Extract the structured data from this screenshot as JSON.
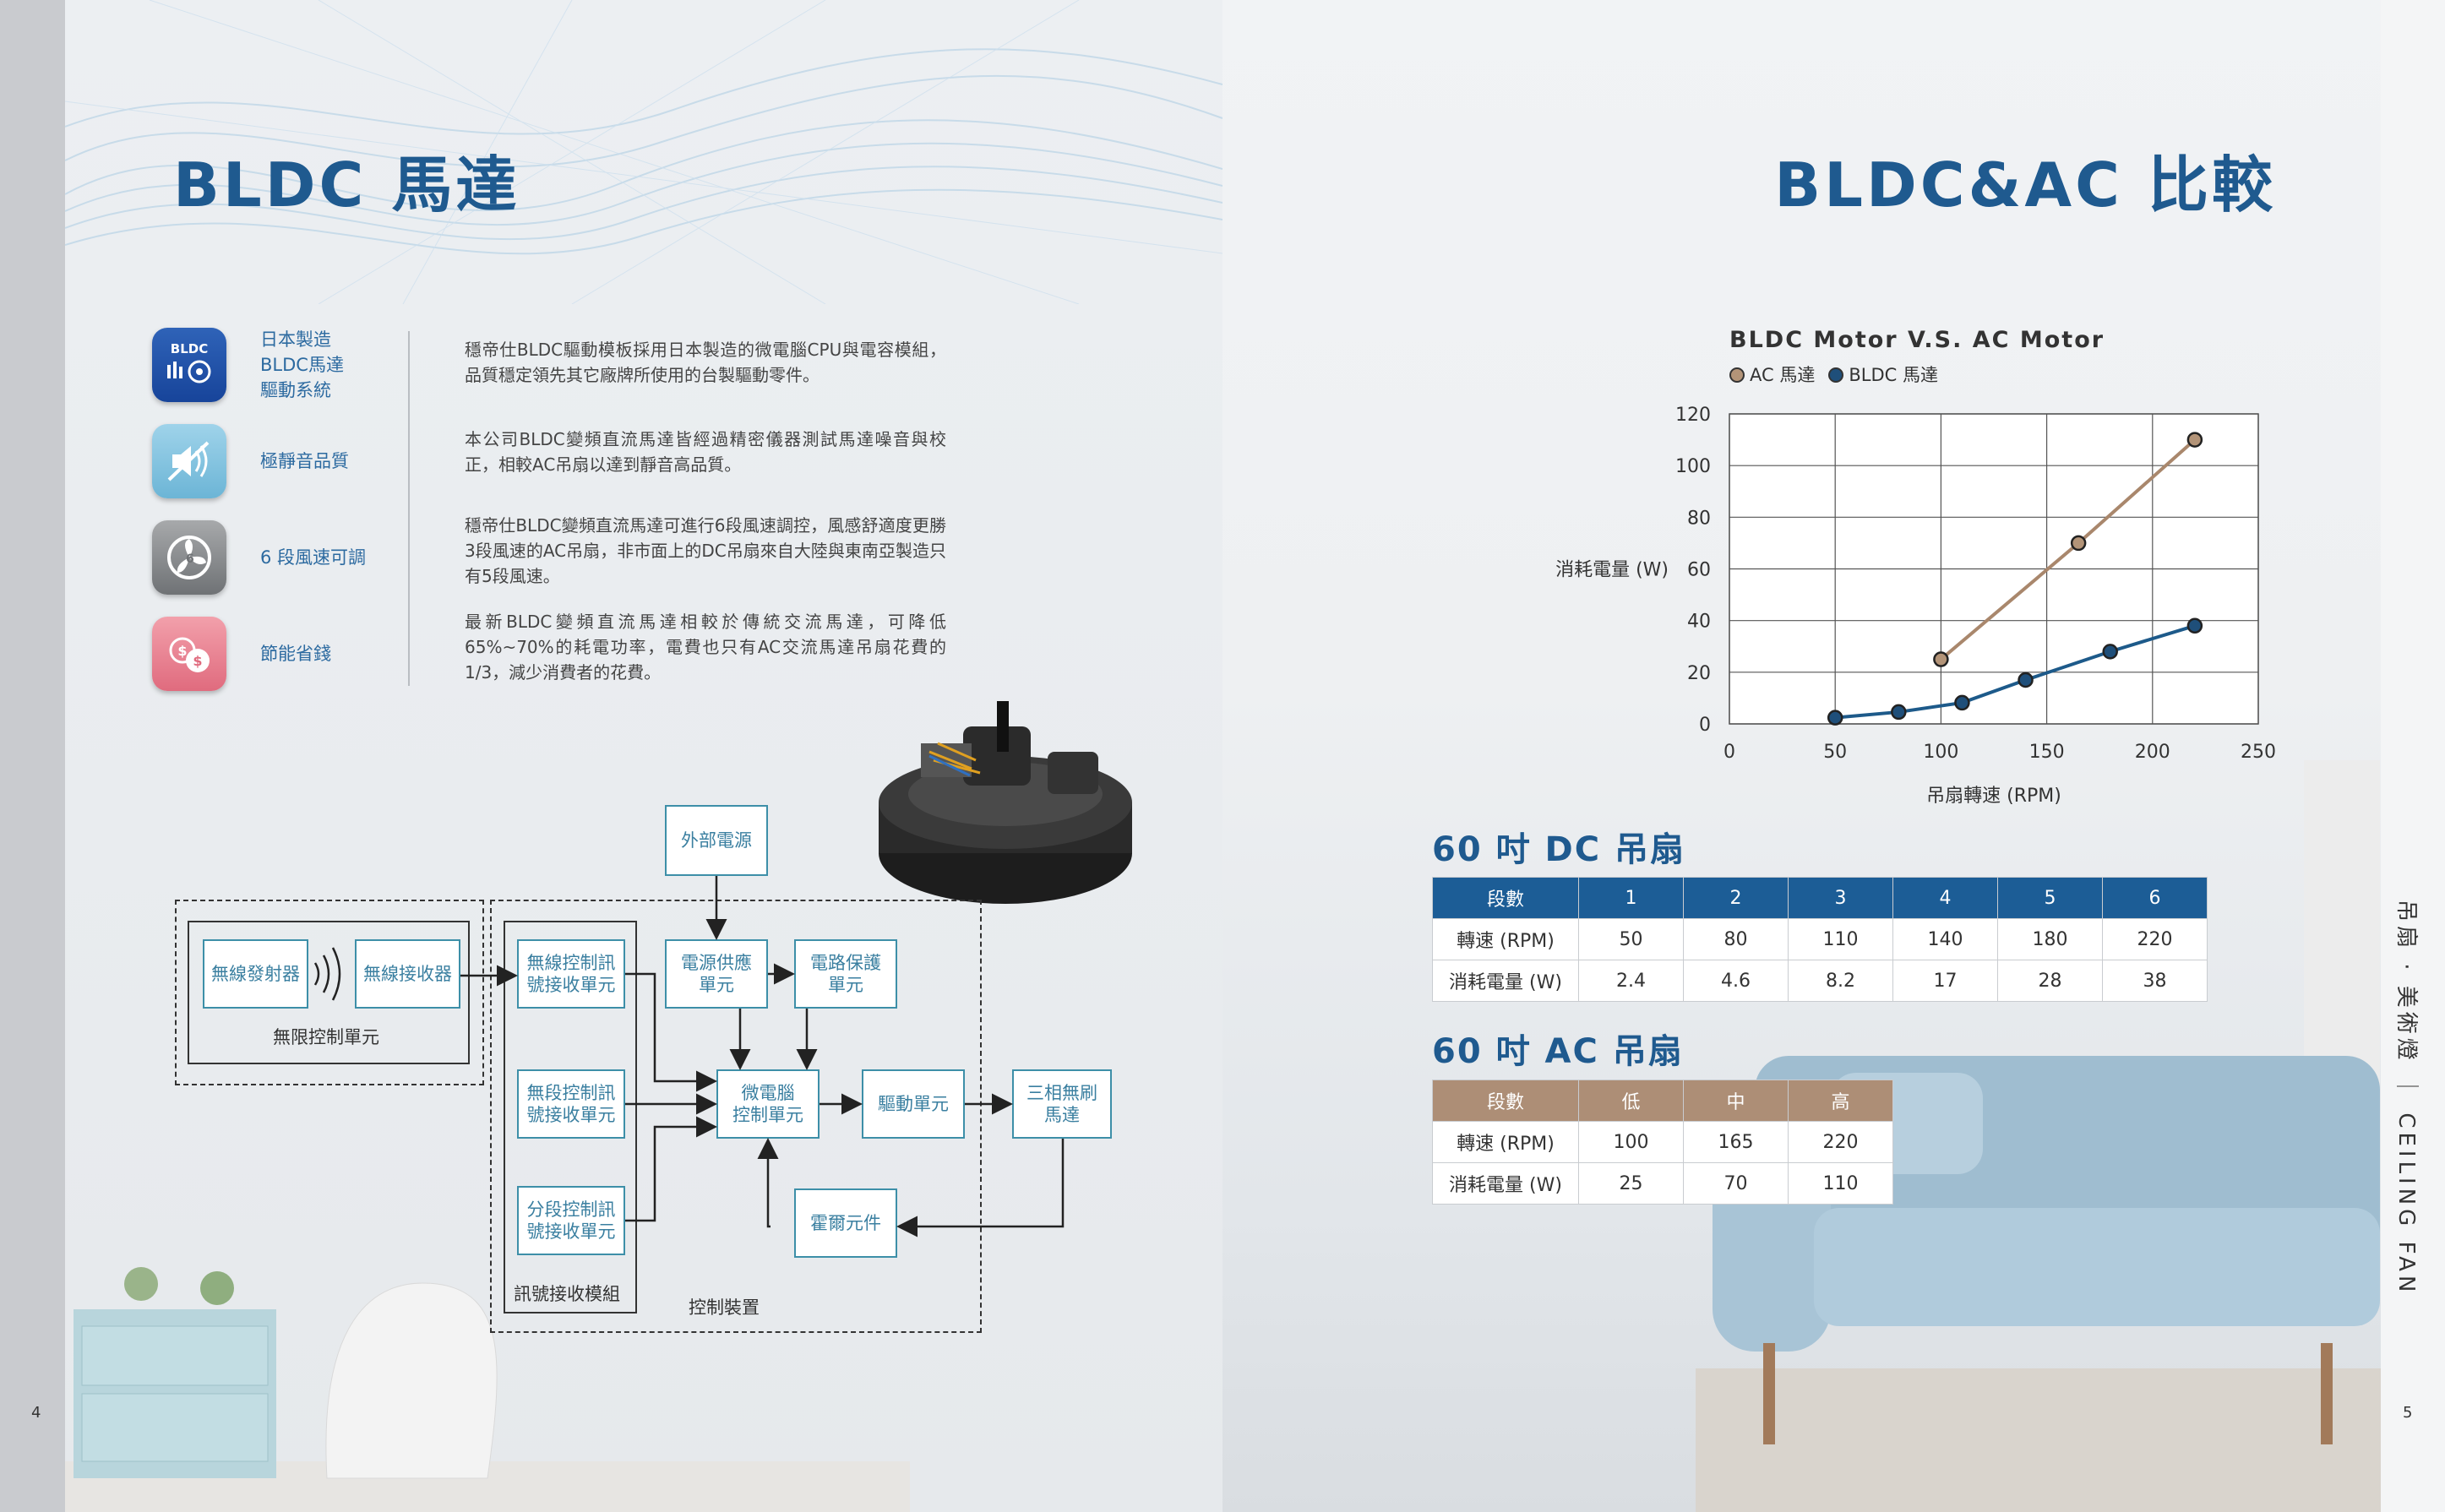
{
  "left_page": {
    "title": "BLDC 馬達",
    "page_number": "4",
    "features": [
      {
        "icon": "bldc-chip-icon",
        "label": "日本製造\nBLDC馬達\n驅動系統"
      },
      {
        "icon": "speaker-mute-icon",
        "label": "極靜音品質"
      },
      {
        "icon": "fan-speed-icon",
        "label": "6 段風速可調"
      },
      {
        "icon": "coin-saving-icon",
        "label": "節能省錢"
      }
    ],
    "paragraphs": [
      "穩帝仕BLDC驅動模板採用日本製造的微電腦CPU與電容模組，品質穩定領先其它廠牌所使用的台製驅動零件。",
      "本公司BLDC變頻直流馬達皆經過精密儀器測試馬達噪音與校正，相較AC吊扇以達到靜音高品質。",
      "穩帝仕BLDC變頻直流馬達可進行6段風速調控，風感舒適度更勝3段風速的AC吊扇，非市面上的DC吊扇來自大陸與東南亞製造只有5段風速。",
      "最新BLDC變頻直流馬達相較於傳統交流馬達，可降低65%~70%的耗電功率，電費也只有AC交流馬達吊扇花費的1/3，減少消費者的花費。"
    ],
    "diagram": {
      "wireless_transmitter": "無線發射器",
      "wireless_receiver": "無線接收器",
      "wireless_control_unit": "無限控制單元",
      "external_power": "外部電源",
      "wireless_signal_rx": "無線控制訊\n號接收單元",
      "stepless_signal_rx": "無段控制訊\n號接收單元",
      "step_signal_rx": "分段控制訊\n號接收單元",
      "signal_module": "訊號接收模組",
      "power_supply": "電源供應\n單元",
      "circuit_protection": "電路保護\n單元",
      "mcu": "微電腦\n控制單元",
      "driver": "驅動單元",
      "motor": "三相無刷\n馬達",
      "hall": "霍爾元件",
      "control_device": "控制裝置"
    }
  },
  "right_page": {
    "title": "BLDC&AC 比較",
    "page_number": "5",
    "side_text": "吊扇 · 美術燈 ｜ CEILING FAN",
    "dc_table": {
      "title": "60 吋 DC 吊扇",
      "header": [
        "段數",
        "1",
        "2",
        "3",
        "4",
        "5",
        "6"
      ],
      "rows": [
        [
          "轉速 (RPM)",
          "50",
          "80",
          "110",
          "140",
          "180",
          "220"
        ],
        [
          "消耗電量 (W)",
          "2.4",
          "4.6",
          "8.2",
          "17",
          "28",
          "38"
        ]
      ]
    },
    "ac_table": {
      "title": "60 吋 AC 吊扇",
      "header": [
        "段數",
        "低",
        "中",
        "高"
      ],
      "rows": [
        [
          "轉速 (RPM)",
          "100",
          "165",
          "220"
        ],
        [
          "消耗電量 (W)",
          "25",
          "70",
          "110"
        ]
      ]
    }
  },
  "chart_data": {
    "type": "line",
    "title": "BLDC Motor V.S. AC Motor",
    "xlabel": "吊扇轉速 (RPM)",
    "ylabel": "消耗電量 (W)",
    "xlim": [
      0,
      250
    ],
    "ylim": [
      0,
      120
    ],
    "xticks": [
      "0",
      "50",
      "100",
      "150",
      "200",
      "250"
    ],
    "yticks": [
      "0",
      "20",
      "40",
      "60",
      "80",
      "100",
      "120"
    ],
    "grid": true,
    "legend_position": "top-left",
    "series": [
      {
        "name": "AC 馬達",
        "color": "#a9876c",
        "marker_fill": "#b39478",
        "x": [
          100,
          165,
          220
        ],
        "y": [
          25,
          70,
          110
        ]
      },
      {
        "name": "BLDC 馬達",
        "color": "#1d5a8a",
        "marker_fill": "#1f4f7a",
        "x": [
          50,
          80,
          110,
          140,
          180,
          220
        ],
        "y": [
          2.4,
          4.6,
          8.2,
          17,
          28,
          38
        ]
      }
    ]
  },
  "colors": {
    "brand_blue": "#1f5a8f",
    "ac_brown": "#ad8e76",
    "diagram_teal": "#3d8fa8"
  }
}
